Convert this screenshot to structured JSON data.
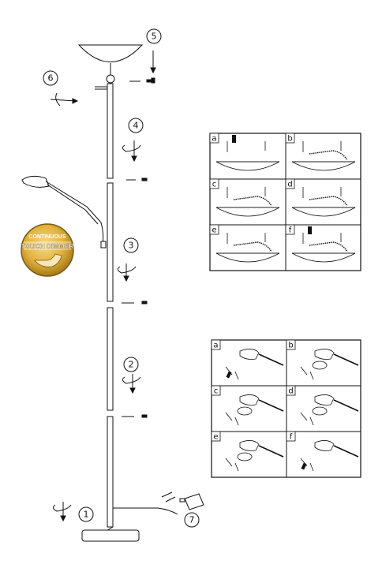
{
  "steps": [
    {
      "id": "1",
      "label": "1"
    },
    {
      "id": "2",
      "label": "2"
    },
    {
      "id": "3",
      "label": "3"
    },
    {
      "id": "4",
      "label": "4"
    },
    {
      "id": "5",
      "label": "5"
    },
    {
      "id": "6",
      "label": "6"
    },
    {
      "id": "7",
      "label": "7"
    }
  ],
  "badge": {
    "line1": "CONTINUOUS",
    "line2": "TOUCH DIMMER",
    "accent": "#e3b23c"
  },
  "shade_panel": {
    "letters": [
      "a",
      "b",
      "c",
      "d",
      "e",
      "f"
    ]
  },
  "arm_panel": {
    "letters": [
      "a",
      "b",
      "c",
      "d",
      "e",
      "f"
    ]
  }
}
